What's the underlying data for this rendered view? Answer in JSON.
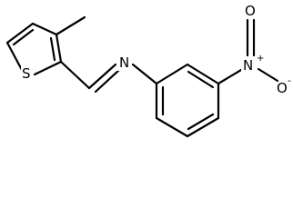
{
  "molecule": {
    "atoms": {
      "sulfur": "S",
      "imine_nitrogen": "N",
      "nitro_nitrogen": "N",
      "nitro_charge": "+",
      "nitro_oxygen_top": "O",
      "nitro_oxygen_right": "O",
      "nitro_oxygen_charge": "-"
    }
  }
}
